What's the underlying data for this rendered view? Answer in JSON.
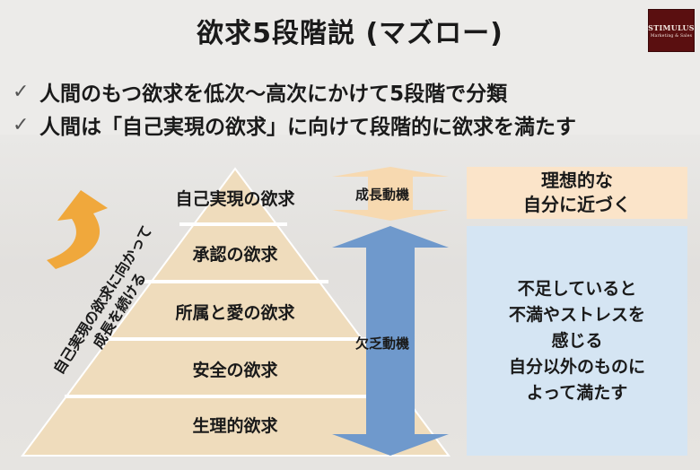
{
  "title": "欲求5段階説 (マズロー)",
  "logo": {
    "line1": "STIMULUS",
    "line2": "Marketing & Sales"
  },
  "bullets": [
    {
      "icon": "check-icon",
      "text": "人間のもつ欲求を低次～高次にかけて5段階で分類"
    },
    {
      "icon": "check-icon",
      "text": "人間は「自己実現の欲求」に向けて段階的に欲求を満たす"
    }
  ],
  "pyramid": {
    "levels": [
      "自己実現の欲求",
      "承認の欲求",
      "所属と愛の欲求",
      "安全の欲求",
      "生理的欲求"
    ],
    "side_label": [
      "自己実現の欲求に向かって",
      "成長を続ける"
    ]
  },
  "motivation": {
    "growth": "成長動機",
    "deficiency": "欠乏動機"
  },
  "ideal_box": [
    "理想的な",
    "自分に近づく"
  ],
  "lack_box": [
    "不足していると",
    "不満やストレスを",
    "感じる",
    "自分以外のものに",
    "よって満たす"
  ],
  "colors": {
    "pyramid": "#efdcbc",
    "pyramid_border": "#ffffff",
    "growth_arrow": "#f7d9b0",
    "deficiency_arrow": "#6f99cc",
    "side_arrow": "#f0a83c",
    "ideal_bg": "#fbe4c9",
    "lack_bg": "#d5e5f3"
  }
}
